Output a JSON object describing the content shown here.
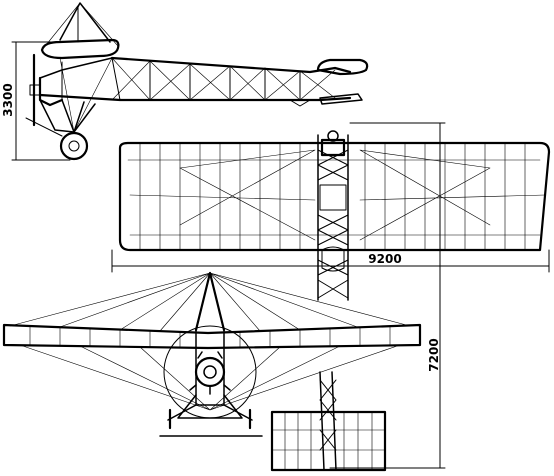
{
  "drawing": {
    "type": "aircraft three-view drawing",
    "views": [
      "side",
      "top",
      "front"
    ],
    "dimensions": {
      "height": "3300",
      "span": "9200",
      "length": "7200"
    },
    "line_color": "#000000",
    "background_color": "#ffffff"
  }
}
